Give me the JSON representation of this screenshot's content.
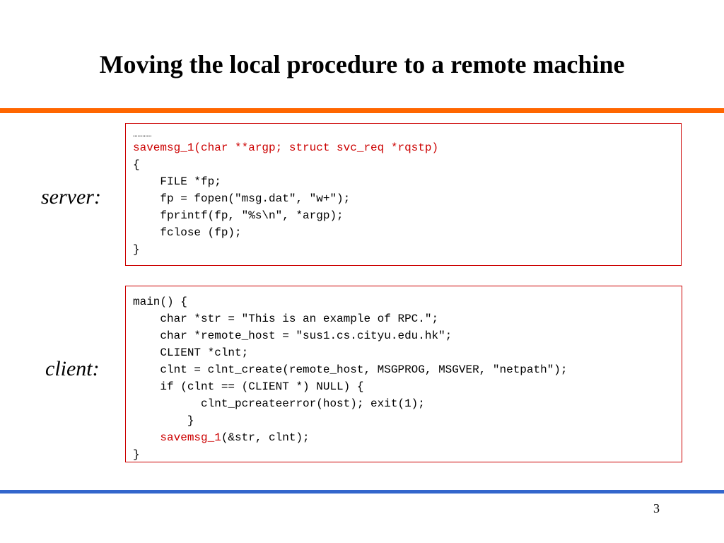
{
  "slide": {
    "title": "Moving the local procedure to a remote machine",
    "page_number": "3"
  },
  "colors": {
    "top_rule": "#ff6600",
    "bottom_rule": "#3366cc",
    "box_border": "#cc0000",
    "highlight_text": "#cc0000"
  },
  "server": {
    "label": "server:",
    "dots": "…………",
    "lines": [
      "savemsg_1(char **argp; struct svc_req *rqstp)",
      "{",
      "    FILE *fp;",
      "    fp = fopen(\"msg.dat\", \"w+\");",
      "    fprintf(fp, \"%s\\n\", *argp);",
      "    fclose (fp);",
      "}"
    ]
  },
  "client": {
    "label": "client:",
    "lines": [
      "main() {",
      "    char *str = \"This is an example of RPC.\";",
      "    char *remote_host = \"sus1.cs.cityu.edu.hk\";",
      "    CLIENT *clnt;",
      "    clnt = clnt_create(remote_host, MSGPROG, MSGVER, \"netpath\");",
      "    if (clnt == (CLIENT *) NULL) {",
      "          clnt_pcreateerror(host); exit(1);",
      "        }"
    ],
    "call_indent": "    ",
    "call_name": "savemsg_1",
    "call_args": "(&str, clnt);",
    "closing": "}"
  }
}
